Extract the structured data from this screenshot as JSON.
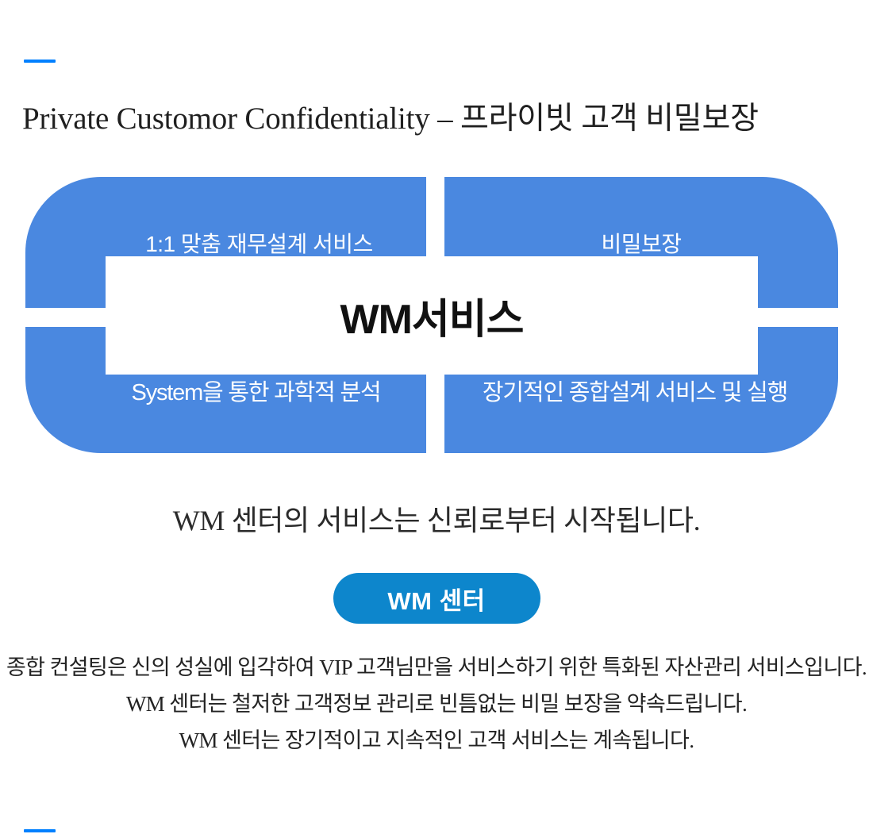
{
  "accents": {
    "color": "#0080ff",
    "top_dash": "",
    "bottom_dash": ""
  },
  "header": {
    "title": "Private Customor Confidentiality – 프라이빗 고객 비밀보장"
  },
  "diagram": {
    "quadrant_color": "#4a88e0",
    "center": {
      "label": "WM서비스",
      "background": "#ffffff",
      "text_color": "#111111"
    },
    "quadrants": [
      {
        "position": "top-left",
        "label": "1:1 맞춤 재무설계 서비스"
      },
      {
        "position": "top-right",
        "label": "비밀보장"
      },
      {
        "position": "bottom-left",
        "label": "System을 통한 과학적 분석"
      },
      {
        "position": "bottom-right",
        "label": "장기적인 종합설계 서비스 및 실행"
      }
    ]
  },
  "tagline": "WM 센터의 서비스는 신뢰로부터 시작됩니다.",
  "cta": {
    "label": "WM 센터",
    "color": "#0d86cc",
    "text_color": "#ffffff"
  },
  "body_copy": {
    "lines": [
      "종합 컨설팅은 신의 성실에 입각하여 VIP 고객님만을 서비스하기 위한 특화된 자산관리 서비스입니다.",
      "WM 센터는 철저한 고객정보 관리로 빈틈없는 비밀 보장을 약속드립니다.",
      "WM 센터는 장기적이고 지속적인 고객 서비스는 계속됩니다."
    ]
  }
}
